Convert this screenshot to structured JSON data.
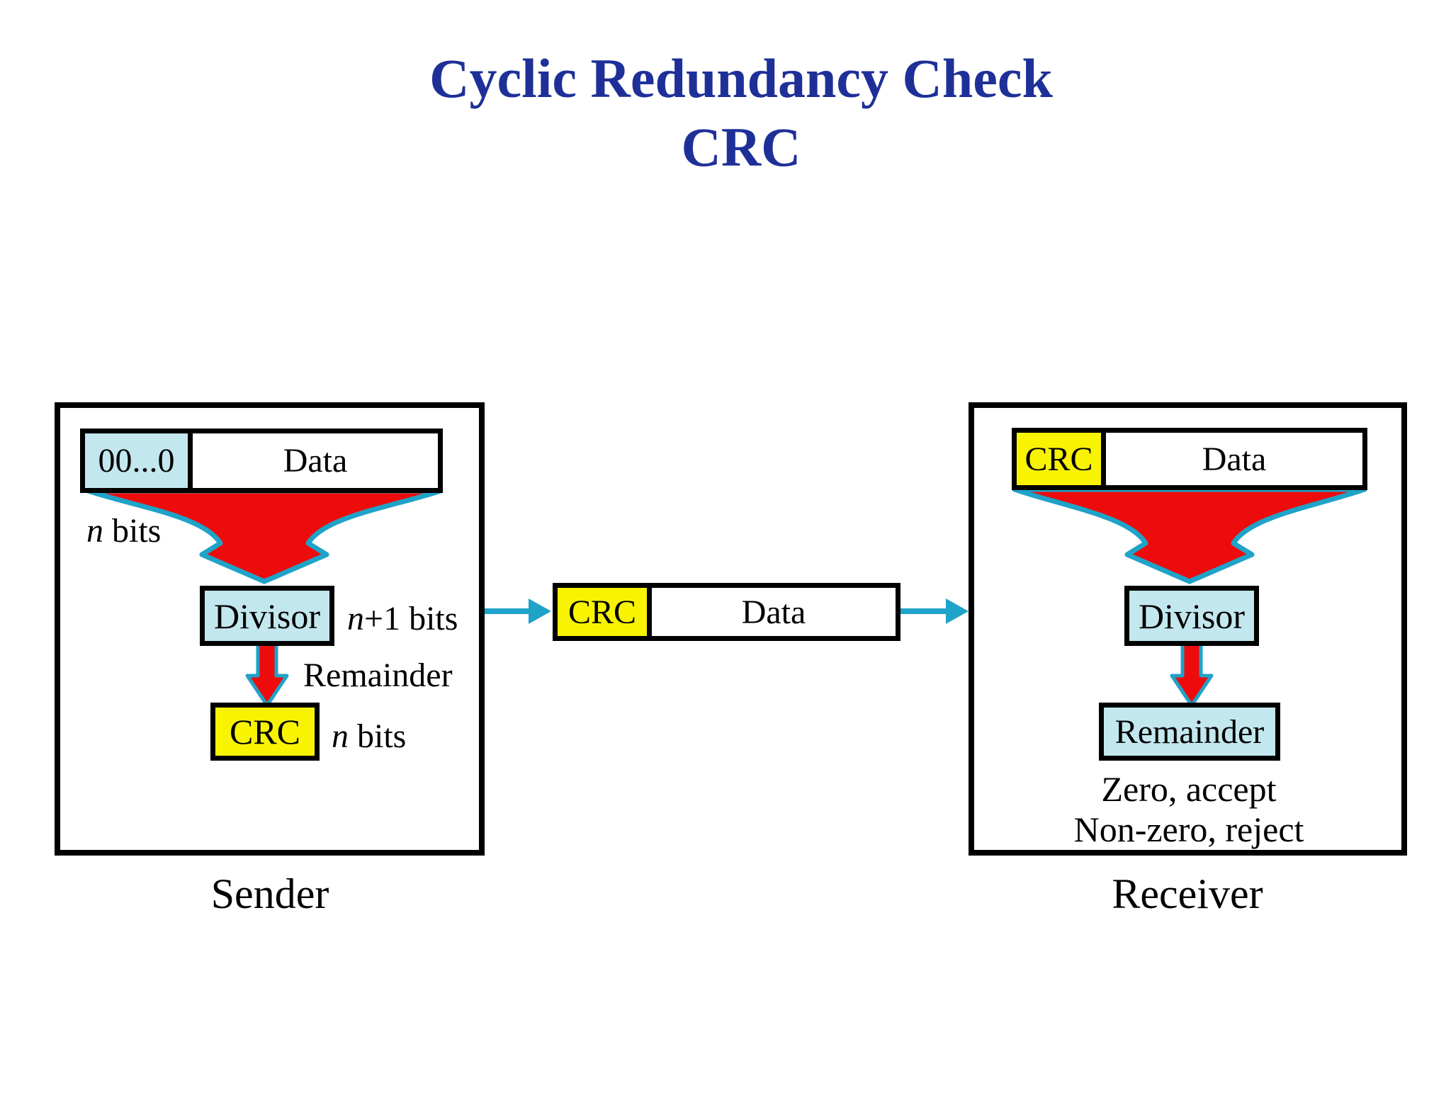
{
  "title": {
    "line1": "Cyclic Redundancy Check",
    "line2": "CRC"
  },
  "sender": {
    "caption": "Sender",
    "bar": {
      "zeros": "00...0",
      "data": "Data"
    },
    "n_bits": {
      "var": "n",
      "rest": " bits"
    },
    "divisor": "Divisor",
    "n_plus_1_bits": {
      "var": "n",
      "rest": "+1 bits"
    },
    "remainder_label": "Remainder",
    "crc": "CRC",
    "crc_bits": {
      "var": "n",
      "rest": " bits"
    }
  },
  "channel": {
    "bar": {
      "crc": "CRC",
      "data": "Data"
    }
  },
  "receiver": {
    "caption": "Receiver",
    "bar": {
      "crc": "CRC",
      "data": "Data"
    },
    "divisor": "Divisor",
    "remainder": "Remainder",
    "result_line1": "Zero, accept",
    "result_line2": "Non-zero, reject"
  },
  "colors": {
    "title_blue": "#1e3098",
    "box_light_blue": "#c3e7ee",
    "box_yellow": "#f8f303",
    "arrow_red": "#ee0b0b",
    "arrow_cyan": "#1fa3c8",
    "border_black": "#000000"
  }
}
